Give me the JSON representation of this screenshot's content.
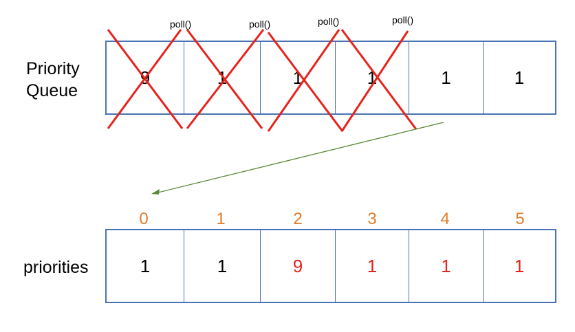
{
  "priority_queue": {
    "label_line1": "Priority",
    "label_line2": "Queue",
    "cells": [
      "9",
      "1",
      "1",
      "1",
      "1",
      "1"
    ],
    "crossed_out_count": 4,
    "poll_labels": [
      "poll()",
      "poll()",
      "poll()",
      "poll()"
    ]
  },
  "priorities": {
    "label": "priorities",
    "indices": [
      "0",
      "1",
      "2",
      "3",
      "4",
      "5"
    ],
    "cells": [
      "1",
      "1",
      "9",
      "1",
      "1",
      "1"
    ],
    "highlighted_indices": [
      2,
      3,
      4,
      5
    ]
  },
  "colors": {
    "border": "#4a72b5",
    "cross": "#e8211a",
    "index": "#e07b2a",
    "arrow": "#5b8a36",
    "highlight_text": "#e8211a"
  }
}
